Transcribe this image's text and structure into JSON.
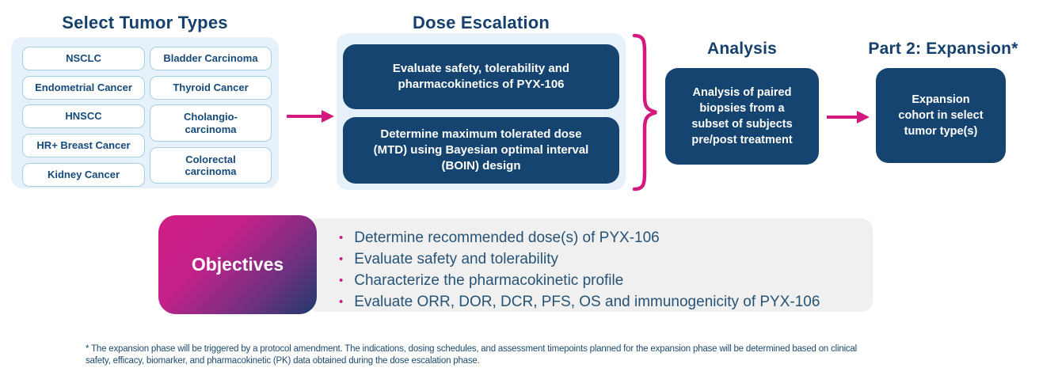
{
  "colors": {
    "navy_box": "#154471",
    "heading_navy": "#15406e",
    "magenta": "#d4197e",
    "panel_blue": "#e6f1fb",
    "panel_gray": "#f0f0f0",
    "tumor_text": "#164a7b",
    "bullet_text": "#275377"
  },
  "tumor_section": {
    "title": "Select Tumor Types",
    "left_column": [
      "NSCLC",
      "Endometrial Cancer",
      "HNSCC",
      "HR+ Breast Cancer",
      "Kidney Cancer"
    ],
    "right_column": [
      "Bladder Carcinoma",
      "Thyroid Cancer",
      "Cholangio-\ncarcinoma",
      "Colorectal\ncarcinoma"
    ]
  },
  "dose_section": {
    "title": "Dose Escalation",
    "box1": "Evaluate safety, tolerability and\npharmacokinetics of PYX-106",
    "box2": "Determine maximum tolerated dose\n(MTD) using Bayesian optimal interval\n(BOIN) design"
  },
  "analysis_section": {
    "title": "Analysis",
    "box": "Analysis of paired\nbiopsies from a\nsubset of subjects\npre/post treatment"
  },
  "expansion_section": {
    "title": "Part 2: Expansion*",
    "box": "Expansion\ncohort in select\ntumor type(s)"
  },
  "objectives_section": {
    "label": "Objectives",
    "bullet_glyph": "•",
    "bullets": [
      "Determine recommended dose(s) of PYX-106",
      "Evaluate safety and tolerability",
      "Characterize the pharmacokinetic profile",
      "Evaluate ORR, DOR, DCR, PFS, OS and immunogenicity of PYX-106"
    ]
  },
  "footnote": "* The expansion phase will be triggered by a protocol amendment. The indications, dosing schedules, and assessment timepoints planned for the expansion phase will be determined based on clinical\nsafety, efficacy, biomarker, and pharmacokinetic (PK) data obtained during the dose escalation phase."
}
